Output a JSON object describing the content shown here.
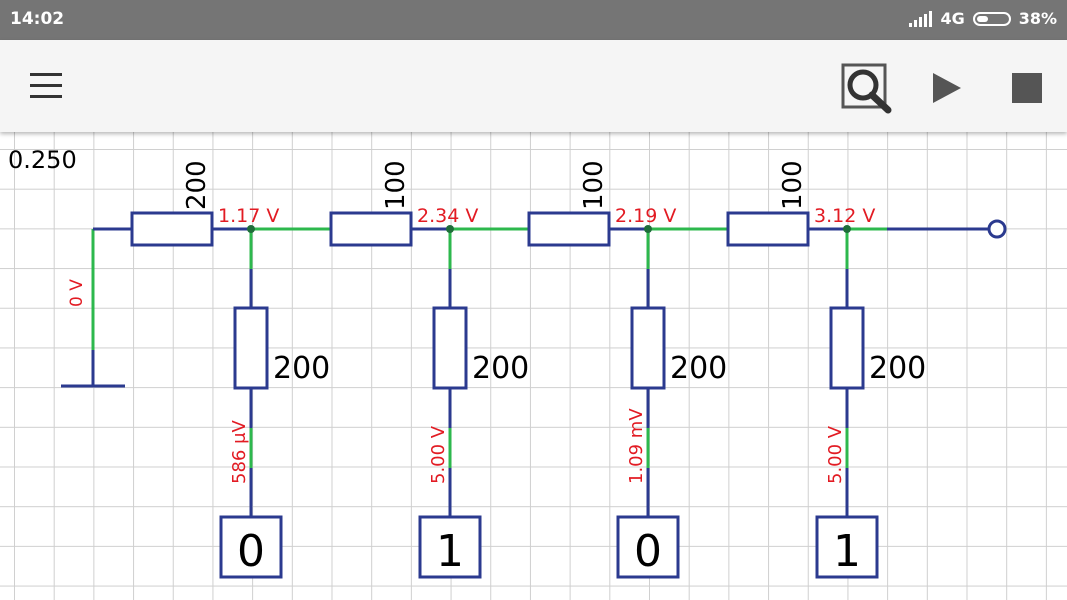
{
  "status_bar": {
    "time": "14:02",
    "network": "4G",
    "battery": "38%",
    "battery_level": 0.38
  },
  "toolbar": {
    "menu_icon": "hamburger-menu-icon",
    "zoom_icon": "magnifier-icon",
    "run_icon": "play-icon",
    "stop_icon": "stop-icon"
  },
  "canvas": {
    "zoom_value": "0.250"
  },
  "circuit": {
    "top_resistors": [
      {
        "value": "200",
        "node_voltage": "1.17 V"
      },
      {
        "value": "100",
        "node_voltage": "2.34 V"
      },
      {
        "value": "100",
        "node_voltage": "2.19 V"
      },
      {
        "value": "100",
        "node_voltage": "3.12 V"
      }
    ],
    "branches": [
      {
        "resistor": "200",
        "wire_voltage": "586 μV",
        "input_value": "0"
      },
      {
        "resistor": "200",
        "wire_voltage": "5.00 V",
        "input_value": "1"
      },
      {
        "resistor": "200",
        "wire_voltage": "1.09 mV",
        "input_value": "0"
      },
      {
        "resistor": "200",
        "wire_voltage": "5.00 V",
        "input_value": "1"
      }
    ],
    "ground_wire_voltage": "0 V",
    "colors": {
      "wire": "#2b3a8f",
      "active_wire": "#2db84d",
      "voltage_label": "#e21b23"
    }
  }
}
